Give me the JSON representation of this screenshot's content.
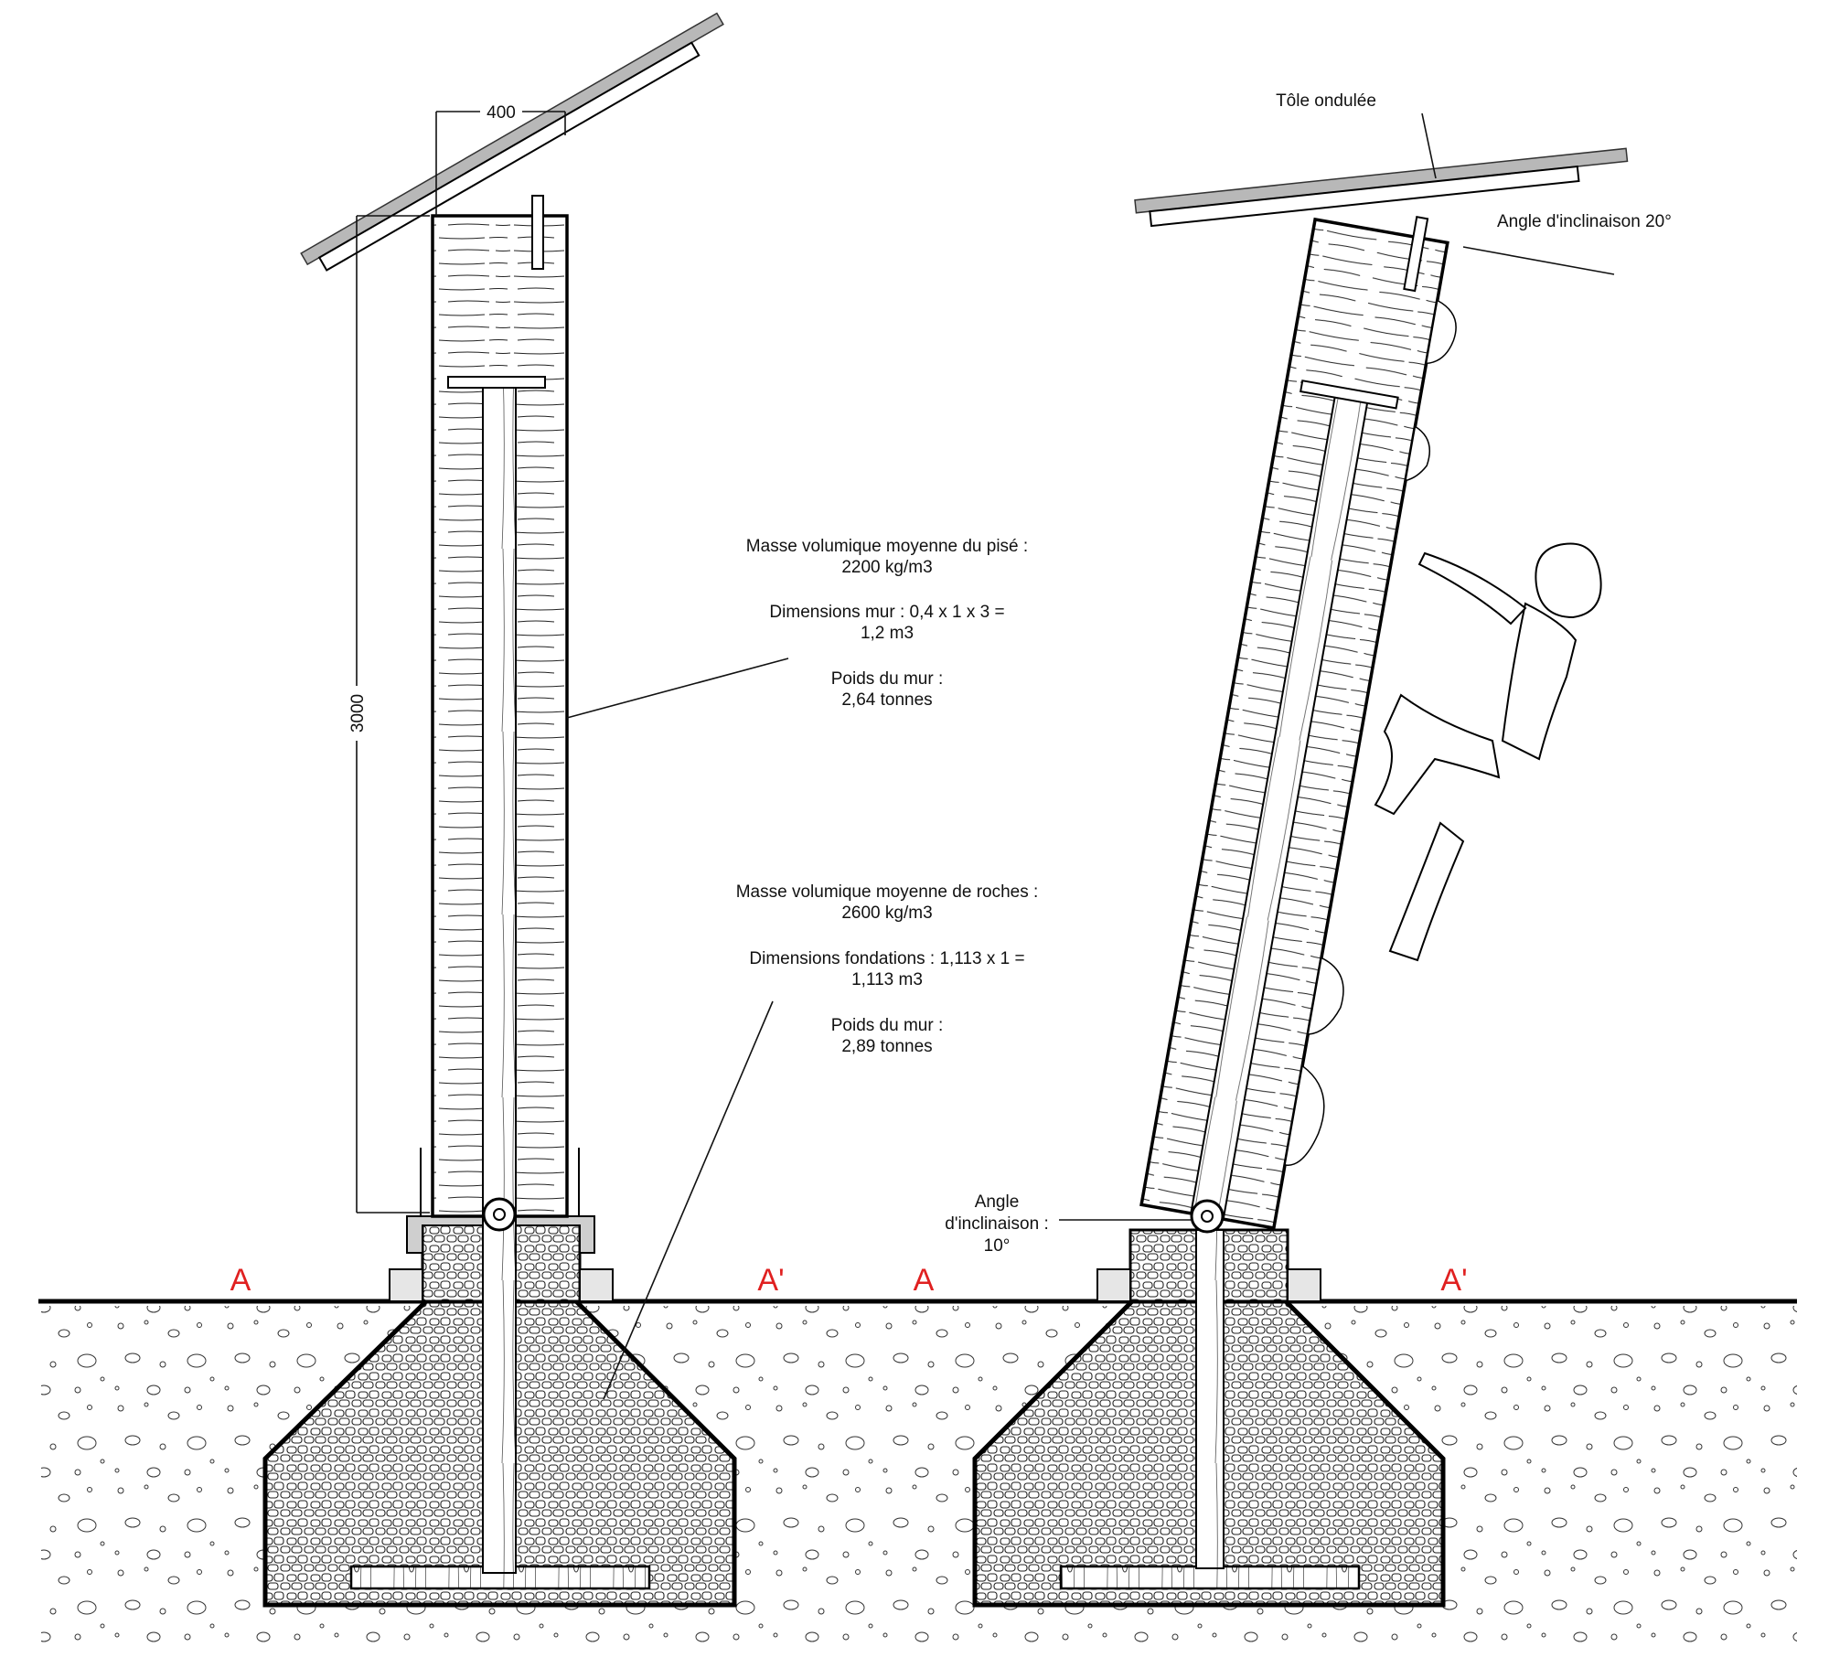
{
  "dimensions": {
    "width_label": "400",
    "height_label": "3000"
  },
  "left_notes": {
    "pise": {
      "line1": "Masse volumique moyenne du pisé :",
      "line2": "2200 kg/m3",
      "line3": "Dimensions mur : 0,4 x 1 x 3 =",
      "line4": "1,2 m3",
      "line5": "Poids du mur :",
      "line6": "2,64 tonnes"
    },
    "roches": {
      "line1": "Masse volumique moyenne de roches :",
      "line2": "2600 kg/m3",
      "line3": "Dimensions fondations : 1,113 x 1  =",
      "line4": "1,113 m3",
      "line5": "Poids du mur :",
      "line6": "2,89 tonnes"
    }
  },
  "right_notes": {
    "roof": "Tôle ondulée",
    "roof_angle": "Angle d'inclinaison 20°",
    "wall_angle_l1": "Angle",
    "wall_angle_l2": "d'inclinaison :",
    "wall_angle_l3": "10°"
  },
  "section_markers": {
    "left_a": "A",
    "left_a_prime": "A'",
    "right_a": "A",
    "right_a_prime": "A'"
  },
  "colors": {
    "section_marker": "#e02020",
    "roof_sheet": "#b8b8b8",
    "line": "#000000"
  }
}
